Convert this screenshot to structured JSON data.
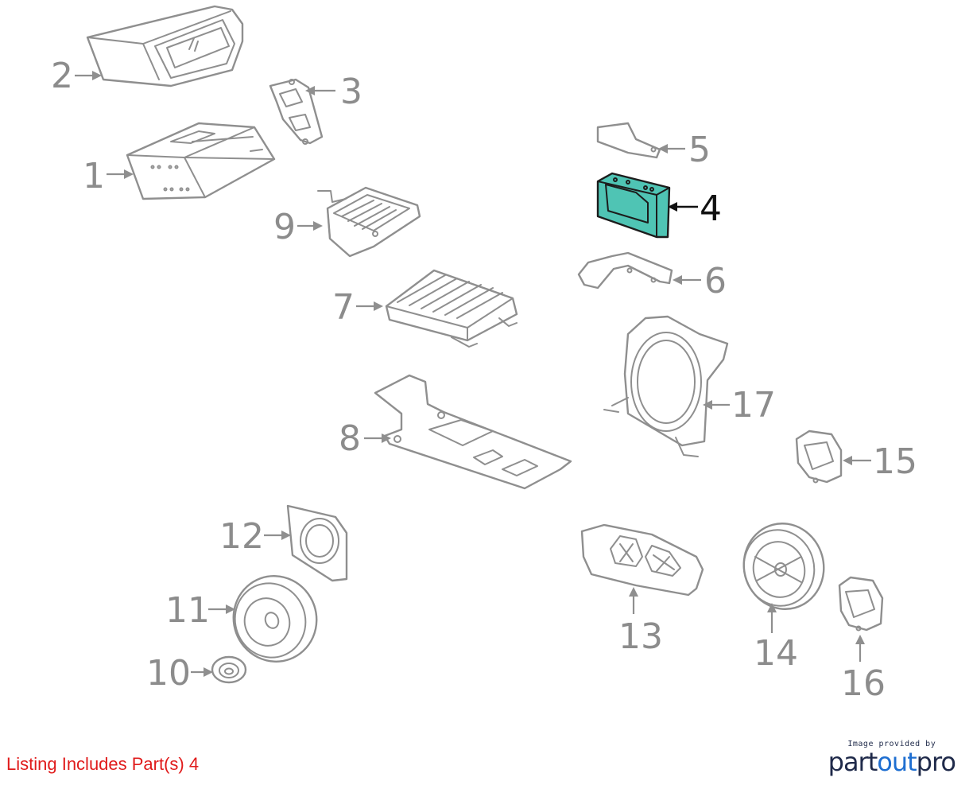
{
  "footer": {
    "listing_note": "Listing Includes Part(s) 4",
    "credit_small": "Image provided by",
    "brand_part1": "part",
    "brand_part2": "out",
    "brand_part3": "pro"
  },
  "callouts": [
    {
      "id": "1",
      "label": "1",
      "highlighted": false
    },
    {
      "id": "2",
      "label": "2",
      "highlighted": false
    },
    {
      "id": "3",
      "label": "3",
      "highlighted": false
    },
    {
      "id": "4",
      "label": "4",
      "highlighted": true
    },
    {
      "id": "5",
      "label": "5",
      "highlighted": false
    },
    {
      "id": "6",
      "label": "6",
      "highlighted": false
    },
    {
      "id": "7",
      "label": "7",
      "highlighted": false
    },
    {
      "id": "8",
      "label": "8",
      "highlighted": false
    },
    {
      "id": "9",
      "label": "9",
      "highlighted": false
    },
    {
      "id": "10",
      "label": "10",
      "highlighted": false
    },
    {
      "id": "11",
      "label": "11",
      "highlighted": false
    },
    {
      "id": "12",
      "label": "12",
      "highlighted": false
    },
    {
      "id": "13",
      "label": "13",
      "highlighted": false
    },
    {
      "id": "14",
      "label": "14",
      "highlighted": false
    },
    {
      "id": "15",
      "label": "15",
      "highlighted": false
    },
    {
      "id": "16",
      "label": "16",
      "highlighted": false
    },
    {
      "id": "17",
      "label": "17",
      "highlighted": false
    }
  ],
  "colors": {
    "part_stroke": "#8f8f8f",
    "highlight_fill": "#4fc4b4",
    "highlight_stroke": "#1c1c1c",
    "note_text": "#e01b1b",
    "brand_dark": "#1f2a4a",
    "brand_blue": "#1f6fd1"
  }
}
